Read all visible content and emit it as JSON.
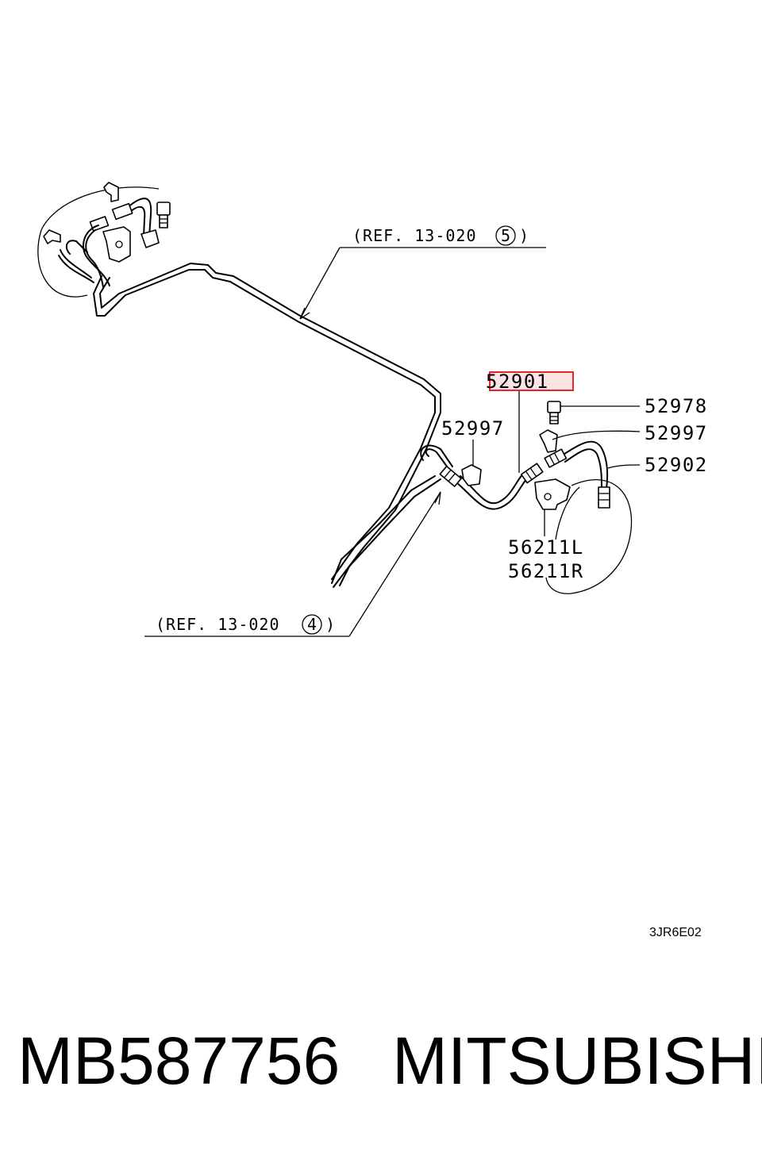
{
  "diagram": {
    "ref_upper": {
      "prefix": "(REF. 13-020",
      "circled": "5",
      "suffix": ")"
    },
    "ref_lower": {
      "prefix": "(REF. 13-020",
      "circled": "4",
      "suffix": ")"
    },
    "parts": {
      "p52901": "52901",
      "p52978": "52978",
      "p52997_right": "52997",
      "p52902": "52902",
      "p52997_left": "52997",
      "p56211l": "56211L",
      "p56211r": "56211R"
    },
    "highlight_color": "#e8232a",
    "diagram_code": "3JR6E02"
  },
  "caption": {
    "part_number": "MB587756",
    "brand": "MITSUBISHI"
  }
}
